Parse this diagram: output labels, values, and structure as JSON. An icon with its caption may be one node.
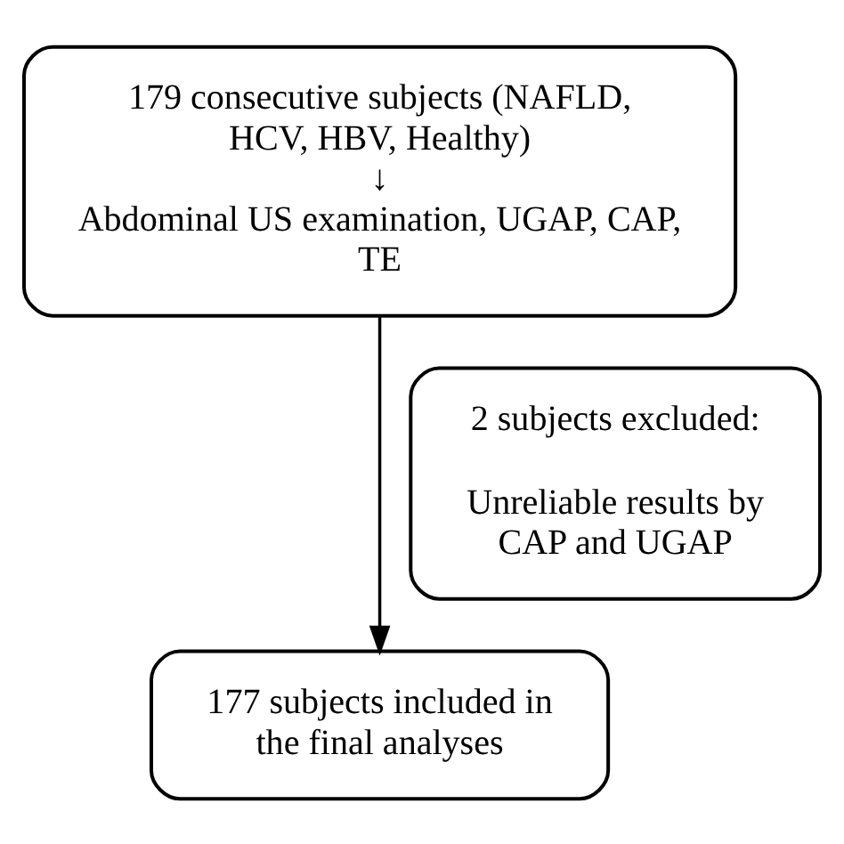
{
  "diagram": {
    "nodes": [
      {
        "text": [
          "179 consecutive subjects (NAFLD, HCV, HBV, Healthy)",
          "↓",
          "Abdominal US examination, UGAP, CAP, TE"
        ]
      },
      {
        "text": [
          "2 subjects excluded:",
          "Unreliable results by CAP and UGAP"
        ]
      },
      {
        "text": [
          "177 subjects included in the final analyses"
        ]
      }
    ],
    "edges": [
      {
        "from": 0,
        "to": 2,
        "arrow": "to"
      }
    ]
  }
}
